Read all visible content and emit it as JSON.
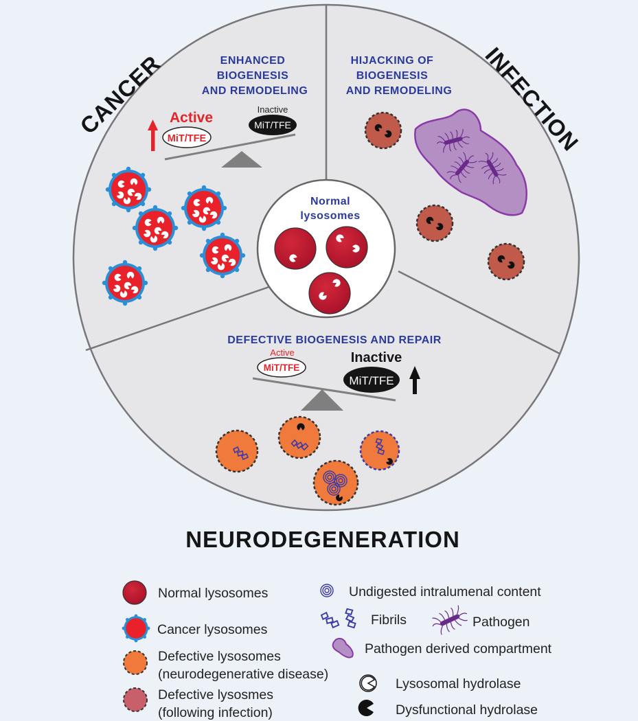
{
  "diagram": {
    "center_label": [
      "Normal",
      "lysosomes"
    ],
    "cancer": {
      "title": "CANCER",
      "heading": [
        "ENHANCED",
        "BIOGENESIS",
        "AND REMODELING"
      ],
      "active_label": "Active",
      "active_pill": "MiT/TFE",
      "inactive_label": "Inactive",
      "inactive_pill": "MiT/TFE"
    },
    "infection": {
      "title": "INFECTION",
      "heading": [
        "HIJACKING OF",
        "BIOGENESIS",
        "AND REMODELING"
      ]
    },
    "neuro": {
      "title": "NEURODEGENERATION",
      "heading": "DEFECTIVE BIOGENESIS AND REPAIR",
      "active_label": "Active",
      "active_pill": "MiT/TFE",
      "inactive_label": "Inactive",
      "inactive_pill": "MiT/TFE"
    }
  },
  "legend": {
    "normal": "Normal lysosomes",
    "cancer": "Cancer lysosomes",
    "defective_neuro": [
      "Defective lysosomes",
      "(neurodegenerative disease)"
    ],
    "defective_infection": [
      "Defective lysosmes",
      "(following infection)"
    ],
    "undigested": "Undigested intralumenal content",
    "fibrils": "Fibrils",
    "pathogen": "Pathogen",
    "compartment": "Pathogen derived compartment",
    "hydrolase": "Lysosomal hydrolase",
    "dysfunctional": "Dysfunctional hydrolase"
  },
  "colors": {
    "background": "#edf1f8",
    "panel": "#e6e6e8",
    "normal_lysosome": "#b5152a",
    "cancer_lysosome": "#e8212a",
    "cancer_border": "#2a8fd6",
    "neuro_lysosome": "#ef7a3c",
    "infection_lysosome": "#c05a4a",
    "compartment": "#b48fc4",
    "pathogen": "#6a2a8a",
    "heading": "#2a3a9a",
    "active_red": "#e3242b"
  }
}
